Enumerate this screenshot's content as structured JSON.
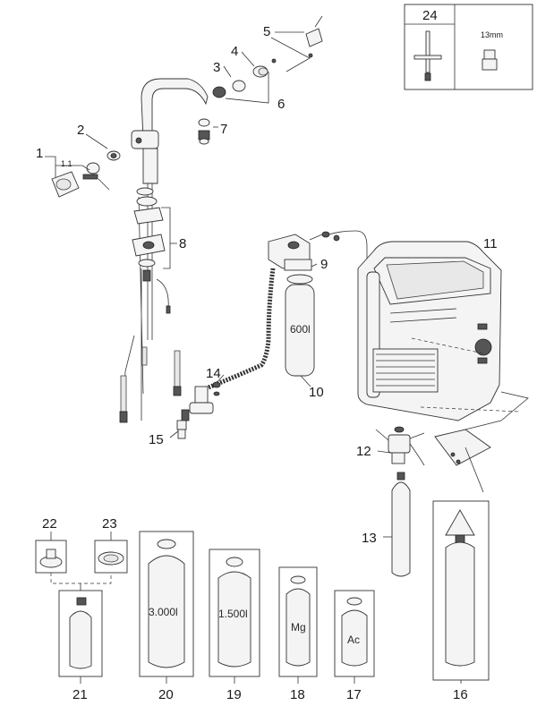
{
  "callouts": {
    "c1": "1",
    "c1_1": "1.1",
    "c2": "2",
    "c3": "3",
    "c4": "4",
    "c5": "5",
    "c6": "6",
    "c7": "7",
    "c8": "8",
    "c9": "9",
    "c10": "10",
    "c11": "11",
    "c12": "12",
    "c13": "13",
    "c14": "14",
    "c15": "15",
    "c16": "16",
    "c17": "17",
    "c18": "18",
    "c19": "19",
    "c20": "20",
    "c21": "21",
    "c22": "22",
    "c23": "23",
    "c24": "24"
  },
  "inset": {
    "size_label": "13mm"
  },
  "part_labels": {
    "filter_600": "600l",
    "filter_3000": "3.000l",
    "filter_1500": "1.500l",
    "filter_mg": "Mg",
    "filter_ac": "Ac"
  }
}
